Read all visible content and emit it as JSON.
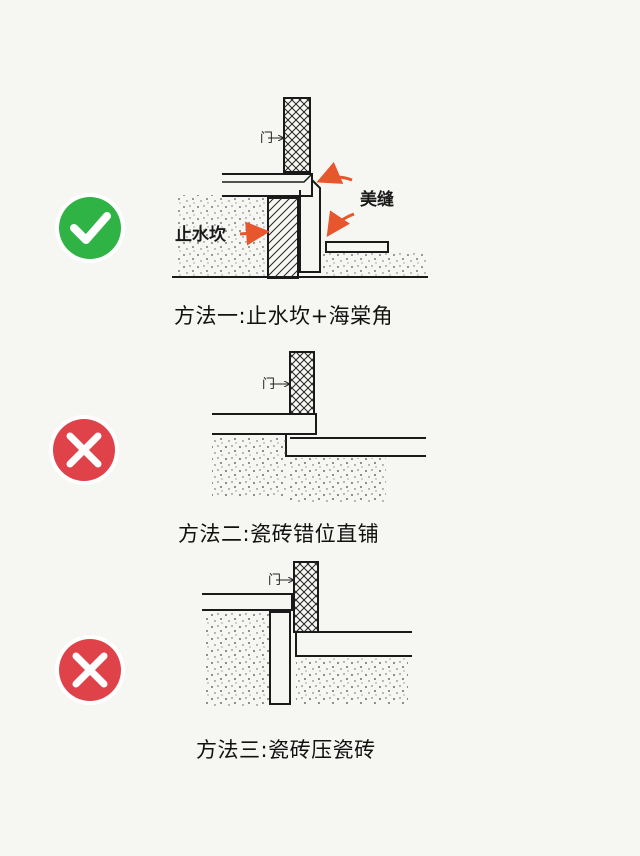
{
  "colors": {
    "check_badge": "#2fb344",
    "cross_badge": "#e0424a",
    "arrow": "#e8562e",
    "ink": "#1a1a1a",
    "paper": "#f6f6f3"
  },
  "methods": [
    {
      "caption": "方法一:止水坎+海棠角",
      "verdict_icon": "check-icon",
      "door_label": "门",
      "labels": {
        "water_stop": "止水坎",
        "seam": "美缝"
      }
    },
    {
      "caption": "方法二:瓷砖错位直铺",
      "verdict_icon": "cross-icon",
      "door_label": "门"
    },
    {
      "caption": "方法三:瓷砖压瓷砖",
      "verdict_icon": "cross-icon",
      "door_label": "门"
    }
  ]
}
